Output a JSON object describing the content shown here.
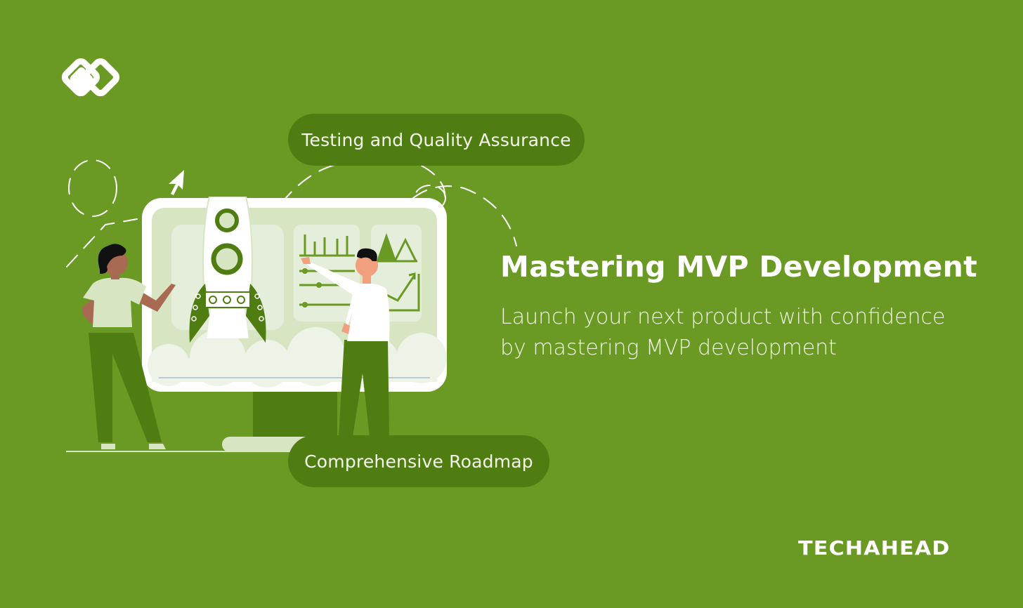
{
  "colors": {
    "background": "#6a9a23",
    "pill": "#4f7d11",
    "dark_green": "#4f7d11",
    "light_green": "#d7e5c3",
    "white": "#ffffff"
  },
  "logo": {
    "icon": "techahead-diamond-logo-icon"
  },
  "pills": {
    "top": "Testing and Quality Assurance",
    "bottom": "Comprehensive Roadmap"
  },
  "hero": {
    "title": "Mastering MVP Development",
    "subtitle_line1": "Launch your next product with confidence",
    "subtitle_line2": "by mastering MVP development"
  },
  "brand": {
    "name": "TECHAHEAD"
  },
  "illustration": {
    "elements": [
      "monitor",
      "rocket",
      "woman-presenter",
      "man-presenter",
      "bar-chart",
      "sliders",
      "line-chart",
      "cursor-arrows",
      "dashed-paths",
      "clouds"
    ]
  }
}
